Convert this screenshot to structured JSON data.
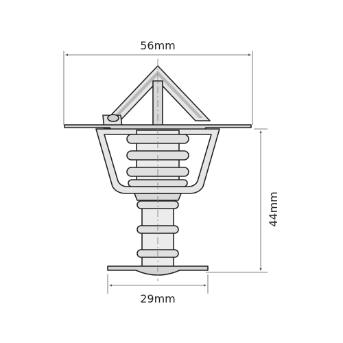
{
  "dimensions": {
    "top_width": "56mm",
    "height": "44mm",
    "bottom_width": "29mm"
  },
  "colors": {
    "outline": "#222222",
    "part_fill": "#e6e6e6",
    "shadow_fill": "#b9b9b9",
    "dimension_line": "#555555",
    "center_line": "#777777"
  }
}
